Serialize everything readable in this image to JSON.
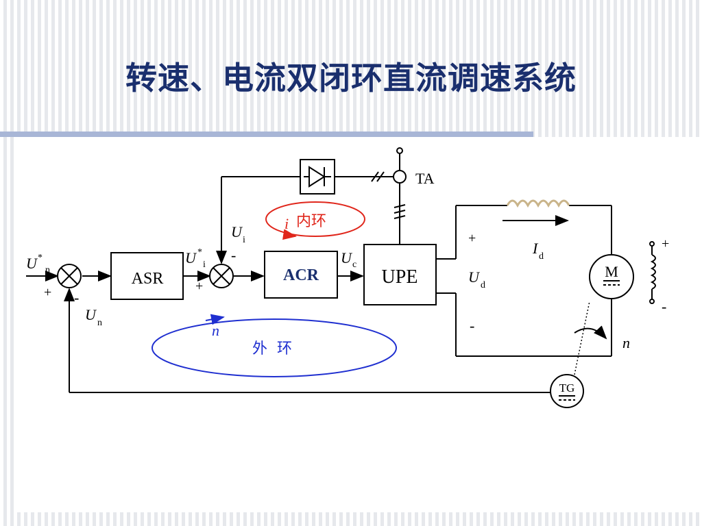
{
  "title": "转速、电流双闭环直流调速系统",
  "blocks": {
    "asr": "ASR",
    "acr": "ACR",
    "upe": "UPE",
    "motor": "M",
    "tg": "TG",
    "ta": "TA"
  },
  "labels": {
    "un_star": "U",
    "un_star_sup": "*",
    "un_star_sub": "n",
    "ui_star": "U",
    "ui_star_sup": "*",
    "ui_star_sub": "i",
    "ui": "U",
    "ui_sub": "i",
    "uc": "U",
    "uc_sub": "c",
    "un": "U",
    "un_sub": "n",
    "ud": "U",
    "ud_sub": "d",
    "id": "I",
    "id_sub": "d",
    "n_out": "n",
    "plus": "+",
    "minus": "-"
  },
  "loops": {
    "inner_i": "i",
    "inner_text": "内环",
    "outer_n": "n",
    "outer_text": "外  环"
  },
  "colors": {
    "title": "#1a2f6e",
    "inner_loop": "#e0261b",
    "outer_loop": "#1f2fd0",
    "acr_text": "#1a2f6e"
  }
}
